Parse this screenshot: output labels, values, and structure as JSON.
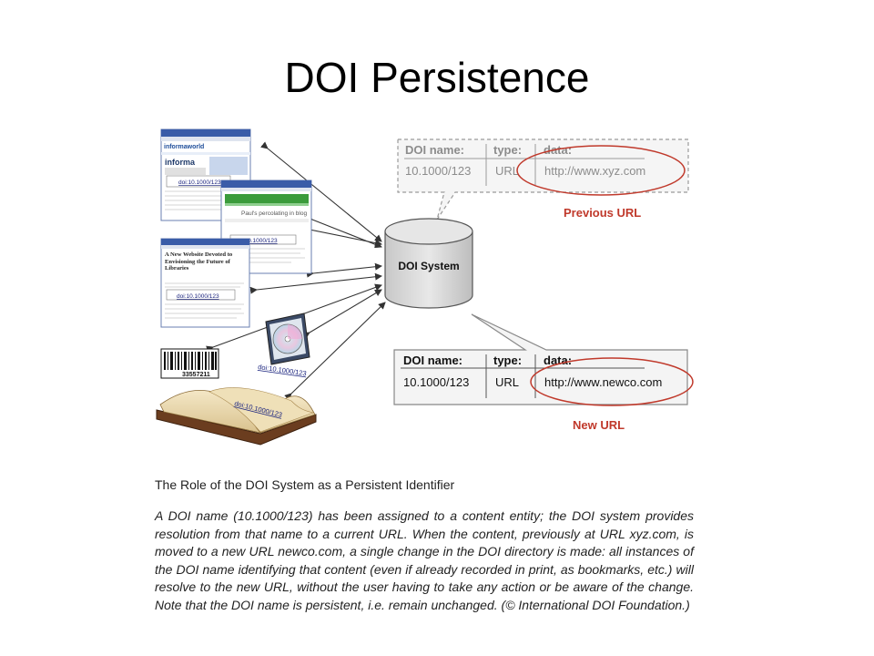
{
  "slide": {
    "title": "DOI Persistence"
  },
  "diagram": {
    "center_label": "DOI System",
    "previous_table": {
      "headers": [
        "DOI name:",
        "type:",
        "data:"
      ],
      "row": [
        "10.1000/123",
        "URL",
        "http://www.xyz.com"
      ],
      "caption": "Previous URL"
    },
    "new_table": {
      "headers": [
        "DOI name:",
        "type:",
        "data:"
      ],
      "row": [
        "10.1000/123",
        "URL",
        "http://www.newco.com"
      ],
      "caption": "New URL"
    },
    "doi_tag": "doi:10.1000/123",
    "site_name": "informaworld",
    "site_logo": "informa",
    "journal_title": "A New Website Devoted to Envisioning the Future of Libraries",
    "blog_text": "Paul's percolating in blog",
    "barcode_number": "33557211",
    "colors": {
      "arrow": "#333333",
      "cylinder_fill": "#d9d9d9",
      "callout_border": "#999999",
      "highlight_red": "#c0392b",
      "caption_red": "#c0392b",
      "link_blue": "#1a237e"
    }
  },
  "caption": {
    "heading": "The Role of the DOI System as a Persistent Identifier",
    "body": "A DOI name (10.1000/123) has been assigned to a content entity; the DOI system provides resolution from that name to a current URL. When the content, previously at URL xyz.com, is moved to a new URL newco.com, a single change in the DOI directory is made: all instances of the DOI name identifying that content (even if already recorded in print, as bookmarks, etc.) will resolve to the new URL, without the user having to take any action or be aware of the change. Note that the DOI name is persistent, i.e. remain unchanged. (© International DOI Foundation.)"
  }
}
